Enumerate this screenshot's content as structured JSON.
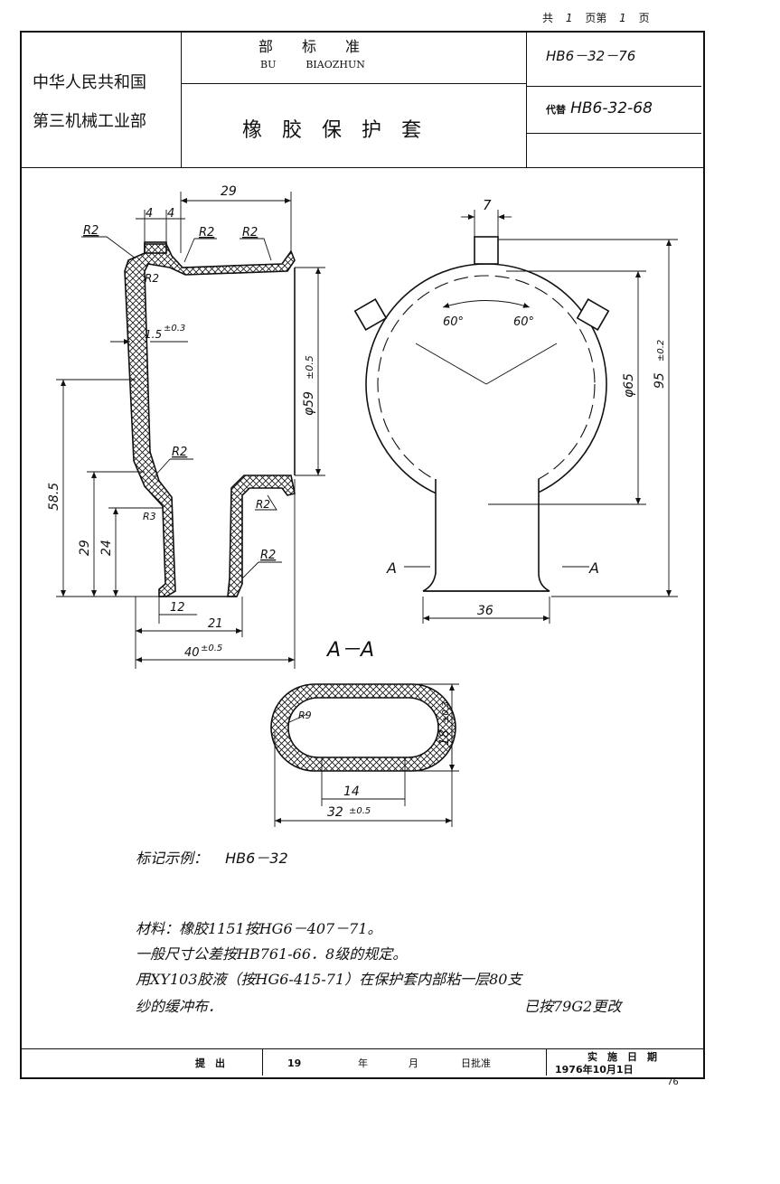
{
  "page_info": {
    "total_label": "共",
    "total": "1",
    "page_label": "页第",
    "page": "1",
    "page_suffix": "页"
  },
  "header": {
    "org_line1": "中华人民共和国",
    "org_line2": "第三机械工业部",
    "category_cn": "部　　标　　准",
    "category_pinyin": "BU　　　BIAOZHUN",
    "title": "橡　胶　保　护　套",
    "std_number": "HB6－32－76",
    "replaces_label": "代替",
    "replaces_number": "HB6-32-68"
  },
  "drawing": {
    "side_view": {
      "top_width": "29",
      "flange_a": "4",
      "flange_b": "4",
      "radius_labels": [
        "R2",
        "R2",
        "R2",
        "R2",
        "R2",
        "R2",
        "R2",
        "R3"
      ],
      "wall_thickness": "1.5",
      "wall_tol": "±0.3",
      "body_diameter": "φ59",
      "body_diameter_tol": "±0.5",
      "height_total": "58.5",
      "height_neck": "29",
      "height_tube": "24",
      "base_12": "12",
      "base_21": "21",
      "base_40": "40",
      "base_40_tol": "±0.5"
    },
    "front_view": {
      "lug_width": "7",
      "angle_left": "60°",
      "angle_right": "60°",
      "inner_diameter": "φ65",
      "overall_height": "95",
      "overall_height_tol": "±0.2",
      "base_width": "36",
      "section_left": "A",
      "section_right": "A"
    },
    "section_view": {
      "title": "A－A",
      "radius": "R9",
      "height": "18",
      "height_tol": "±0.3",
      "inner_width": "14",
      "outer_width": "32",
      "outer_width_tol": "±0.5"
    }
  },
  "notes": {
    "marking_example_label": "标记示例：",
    "marking_example": "HB6－32",
    "material": "材料：橡胶1151按HG6－407－71。",
    "tolerance": "一般尺寸公差按HB761-66．8级的规定。",
    "lining": "用XY103胶液（按HG6-415-71）在保护套内部粘一层80支",
    "lining_cont": "纱的缓冲布．",
    "revision": "已按79G2更改"
  },
  "footer": {
    "proposed_label": "提　出",
    "year_prefix": "19",
    "year_label": "年",
    "month_label": "月",
    "approved_label": "日批准",
    "effective_label": "实　施　日　期",
    "effective_date": "1976年10月1日",
    "corner_code": "76"
  },
  "colors": {
    "ink": "#111111",
    "paper": "#ffffff"
  }
}
